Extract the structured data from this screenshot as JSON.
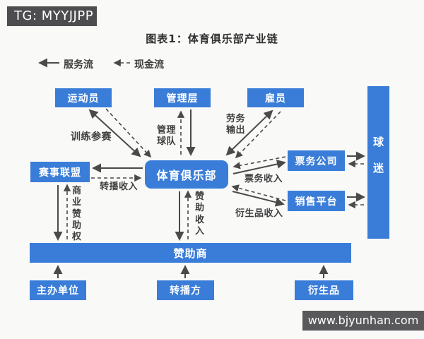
{
  "badge": {
    "text": "TG: MYYJJPP"
  },
  "title": "图表1：体育俱乐部产业链",
  "legend": {
    "service": "服务流",
    "cash": "现金流"
  },
  "nodes": {
    "athletes": "运动员",
    "management": "管理层",
    "employees": "雇员",
    "league": "赛事联盟",
    "club": "体育俱乐部",
    "ticketing": "票务公司",
    "sales": "销售平台",
    "fans": "球迷",
    "sponsors": "赞助商",
    "organizer": "主办单位",
    "broadcaster": "转播方",
    "derivatives": "衍生品"
  },
  "edge_labels": {
    "training": "训练参赛",
    "manage_team": "管理球队",
    "labor_export": "劳务输出",
    "broadcast_income": "转播收入",
    "ticket_income": "票务收入",
    "derivative_income": "衍生品收入",
    "commercial_sponsorship_right": "商业赞助权",
    "sponsorship_income": "赞助收入"
  },
  "footer": {
    "website": "www.bjyunhan.com"
  },
  "colors": {
    "node_blue": "#3a7dd8",
    "dark_bar_top": "#4d4d4f",
    "dark_bar_bottom": "#59595b",
    "arrow_gray": "#4a4a4a",
    "background": "#f9f9f8"
  }
}
